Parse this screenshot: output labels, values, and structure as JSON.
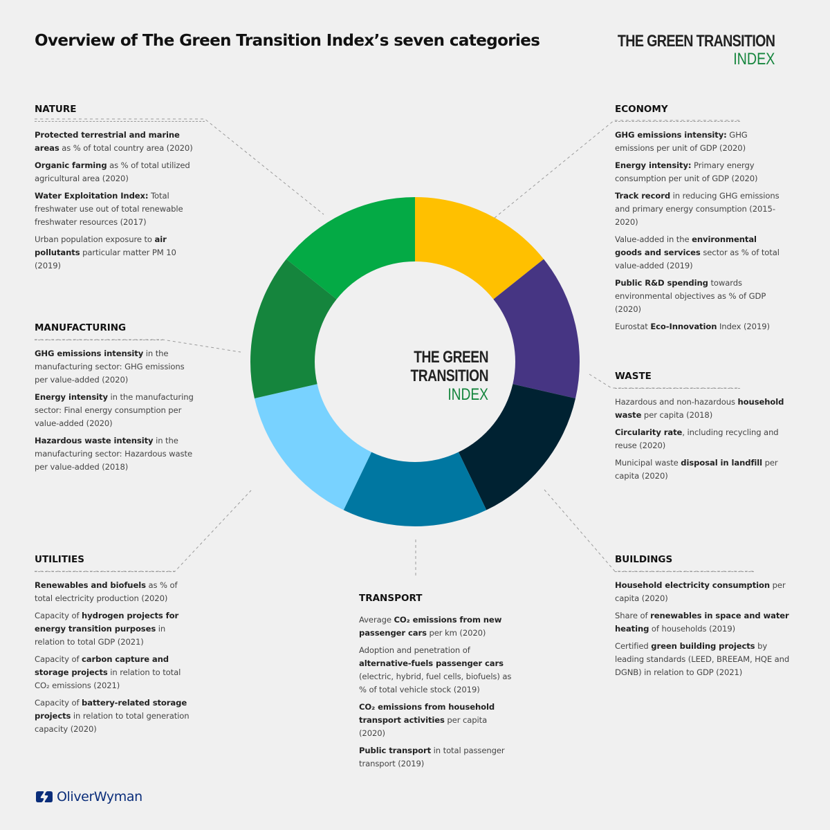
{
  "header": {
    "title": "Overview of The Green Transition Index’s seven categories",
    "brand_line1": "THE GREEN TRANSITION",
    "brand_line2": "INDEX"
  },
  "center": {
    "line1": "THE GREEN TRANSITION",
    "line2": "INDEX"
  },
  "colors": {
    "background": "#f0f0f0",
    "brand_green": "#15853D",
    "economy": "#FFC000",
    "waste": "#463583",
    "buildings": "#002232",
    "transport": "#0077A1",
    "utilities": "#78D2FF",
    "manufacturing": "#15853D",
    "nature": "#04AA45",
    "logo_blue": "#0a2d7a"
  },
  "chart_data": {
    "type": "pie",
    "variant": "donut",
    "title": "Overview of The Green Transition Index’s seven categories",
    "center_label": "THE GREEN TRANSITION INDEX",
    "categories": [
      "Economy",
      "Waste",
      "Buildings",
      "Transport",
      "Utilities",
      "Manufacturing",
      "Nature"
    ],
    "values": [
      1,
      1,
      1,
      1,
      1,
      1,
      1
    ],
    "colors": [
      "#FFC000",
      "#463583",
      "#002232",
      "#0077A1",
      "#78D2FF",
      "#15853D",
      "#04AA45"
    ],
    "start_angle_deg": 0,
    "direction": "clockwise"
  },
  "categories": {
    "nature": {
      "title": "NATURE",
      "items": [
        {
          "bold_pre": "",
          "bold": "Protected terrestrial and marine areas",
          "rest": " as % of total country area (2020)"
        },
        {
          "bold_pre": "",
          "bold": "Organic farming",
          "rest": " as % of total utilized agricultural area (2020)"
        },
        {
          "bold_pre": "",
          "bold": "Water Exploitation Index:",
          "rest": " Total freshwater use out of total renewable freshwater resources (2017)"
        },
        {
          "bold_pre": "Urban population exposure to ",
          "bold": "air pollutants",
          "rest": " particular matter PM 10 (2019)"
        }
      ]
    },
    "manufacturing": {
      "title": "MANUFACTURING",
      "items": [
        {
          "bold_pre": "",
          "bold": "GHG emissions intensity",
          "rest": " in the manufacturing sector: GHG emissions per value-added (2020)"
        },
        {
          "bold_pre": "",
          "bold": "Energy intensity",
          "rest": " in the manufacturing sector: Final energy consumption per value-added (2020)"
        },
        {
          "bold_pre": "",
          "bold": "Hazardous waste intensity",
          "rest": " in the manufacturing sector: Hazardous waste per value-added (2018)"
        }
      ]
    },
    "utilities": {
      "title": "UTILITIES",
      "items": [
        {
          "bold_pre": "",
          "bold": "Renewables and biofuels",
          "rest": " as % of total electricity production (2020)"
        },
        {
          "bold_pre": "Capacity of ",
          "bold": "hydrogen projects for energy transition purposes",
          "rest": " in relation to total GDP (2021)"
        },
        {
          "bold_pre": "Capacity of ",
          "bold": "carbon capture and storage projects",
          "rest": " in relation to total CO₂ emissions (2021)"
        },
        {
          "bold_pre": "Capacity of ",
          "bold": "battery-related storage projects",
          "rest": " in relation to total generation capacity (2020)"
        }
      ]
    },
    "economy": {
      "title": "ECONOMY",
      "items": [
        {
          "bold_pre": "",
          "bold": "GHG emissions intensity:",
          "rest": " GHG emissions per unit of GDP (2020)"
        },
        {
          "bold_pre": "",
          "bold": "Energy intensity:",
          "rest": " Primary energy consumption per unit of GDP (2020)"
        },
        {
          "bold_pre": "",
          "bold": "Track record",
          "rest": " in reducing GHG emissions and primary energy consumption (2015-2020)"
        },
        {
          "bold_pre": "Value-added in the ",
          "bold": "environmental goods and services",
          "rest": " sector as % of total value-added (2019)"
        },
        {
          "bold_pre": "",
          "bold": "Public R&D spending",
          "rest": " towards environmental objectives as % of GDP (2020)"
        },
        {
          "bold_pre": "Eurostat ",
          "bold": "Eco-Innovation",
          "rest": " Index (2019)"
        }
      ]
    },
    "waste": {
      "title": "WASTE",
      "items": [
        {
          "bold_pre": "Hazardous and non-hazardous ",
          "bold": "household waste",
          "rest": " per capita (2018)"
        },
        {
          "bold_pre": "",
          "bold": "Circularity rate",
          "rest": ", including recycling and reuse (2020)"
        },
        {
          "bold_pre": "Municipal waste ",
          "bold": "disposal in landfill",
          "rest": " per capita (2020)"
        }
      ]
    },
    "buildings": {
      "title": "BUILDINGS",
      "items": [
        {
          "bold_pre": "",
          "bold": "Household electricity consumption",
          "rest": " per capita (2020)"
        },
        {
          "bold_pre": "Share of ",
          "bold": "renewables in space and water heating",
          "rest": " of households (2019)"
        },
        {
          "bold_pre": "Certified ",
          "bold": "green building projects",
          "rest": " by leading standards (LEED, BREEAM, HQE and DGNB) in relation to GDP (2021)"
        }
      ]
    },
    "transport": {
      "title": "TRANSPORT",
      "items": [
        {
          "bold_pre": "Average ",
          "bold": "CO₂ emissions from new passenger cars",
          "rest": " per km (2020)"
        },
        {
          "bold_pre": "Adoption and penetration of ",
          "bold": "alternative-fuels passenger cars",
          "rest": " (electric, hybrid, fuel cells, biofuels) as % of total vehicle stock (2019)"
        },
        {
          "bold_pre": "",
          "bold": "CO₂ emissions from household transport activities",
          "rest": " per capita (2020)"
        },
        {
          "bold_pre": "",
          "bold": "Public transport",
          "rest": " in total passenger transport (2019)"
        }
      ]
    }
  },
  "footer": {
    "logo_text": "OliverWyman"
  }
}
